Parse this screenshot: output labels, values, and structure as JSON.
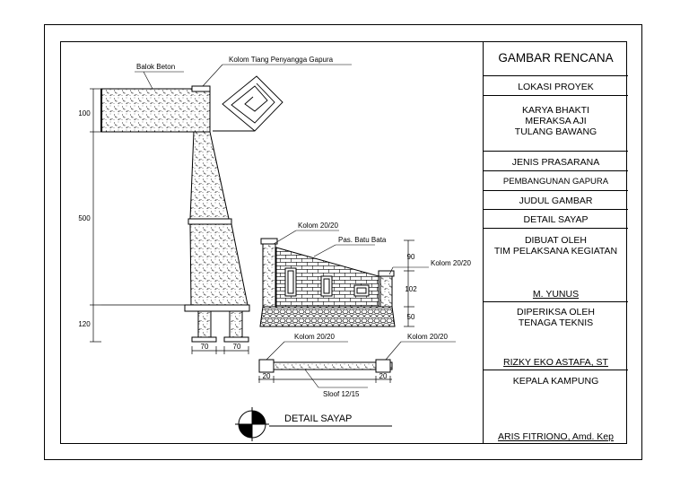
{
  "title_block": {
    "header": "GAMBAR RENCANA",
    "lokasi_label": "LOKASI PROYEK",
    "lokasi_lines": [
      "KARYA BHAKTI",
      "MERAKSA AJI",
      "TULANG BAWANG"
    ],
    "jenis_label": "JENIS PRASARANA",
    "jenis_value": "PEMBANGUNAN GAPURA",
    "judul_label": "JUDUL GAMBAR",
    "judul_value": "DETAIL SAYAP",
    "dibuat_lines": [
      "DIBUAT OLEH",
      "TIM PELAKSANA KEGIATAN"
    ],
    "dibuat_name": "M. YUNUS",
    "diperiksa_lines": [
      "DIPERIKSA OLEH",
      "TENAGA TEKNIS"
    ],
    "diperiksa_name": "RIZKY EKO ASTAFA, ST",
    "kepala_label": "KEPALA KAMPUNG",
    "kepala_name": "ARIS FITRIONO, Amd. Kep"
  },
  "drawing": {
    "label_balok": "Balok Beton",
    "label_kolom_tiang": "Kolom Tiang Penyangga Gapura",
    "dim_100": "100",
    "dim_500": "500",
    "dim_120": "120",
    "dim_70a": "70",
    "dim_70b": "70",
    "label_kolom_2020_a": "Kolom 20/20",
    "label_pas_batu": "Pas. Batu Bata",
    "label_kolom_2020_b": "Kolom 20/20",
    "dim_90": "90",
    "dim_102": "102",
    "dim_50": "50",
    "label_kolom_2020_c": "Kolom 20/20",
    "label_kolom_2020_d": "Kolom 20/20",
    "dim_20a": "20",
    "dim_20b": "20",
    "label_sloof": "Sloof 12/15",
    "detail_title": "DETAIL SAYAP"
  }
}
